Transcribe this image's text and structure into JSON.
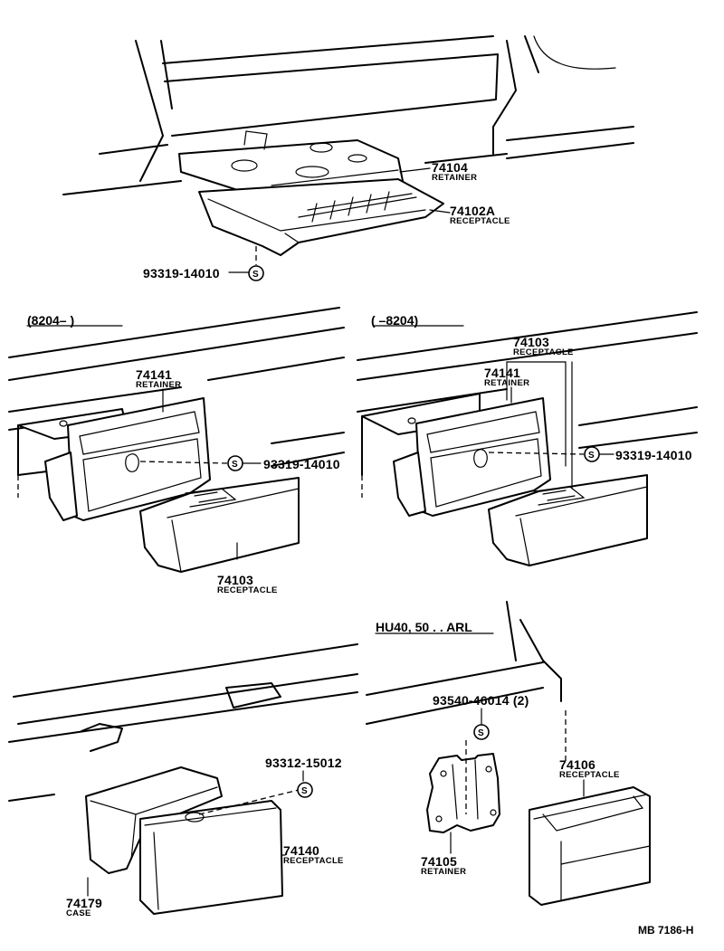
{
  "diagram_code": "MB 7186-H",
  "sections": {
    "top": {
      "parts": [
        {
          "number": "74104",
          "name": "RETAINER"
        },
        {
          "number": "74102A",
          "name": "RECEPTACLE"
        },
        {
          "number": "93319-14010",
          "name": ""
        }
      ]
    },
    "middle_left": {
      "heading": "(8204–      )",
      "parts": [
        {
          "number": "74141",
          "name": "RETAINER"
        },
        {
          "number": "93319-14010",
          "name": ""
        },
        {
          "number": "74103",
          "name": "RECEPTACLE"
        }
      ]
    },
    "middle_right": {
      "heading": "(      –8204)",
      "parts": [
        {
          "number": "74103",
          "name": "RECEPTACLE"
        },
        {
          "number": "74141",
          "name": "RETAINER"
        },
        {
          "number": "93319-14010",
          "name": ""
        }
      ]
    },
    "bottom_left": {
      "parts": [
        {
          "number": "93312-15012",
          "name": ""
        },
        {
          "number": "74140",
          "name": "RECEPTACLE"
        },
        {
          "number": "74179",
          "name": "CASE"
        }
      ]
    },
    "bottom_right": {
      "heading": "HU40, 50 . . ARL",
      "parts": [
        {
          "number": "93540-46014 (2)",
          "name": ""
        },
        {
          "number": "74106",
          "name": "RECEPTACLE"
        },
        {
          "number": "74105",
          "name": "RETAINER"
        }
      ]
    }
  },
  "screw_symbol": "S"
}
